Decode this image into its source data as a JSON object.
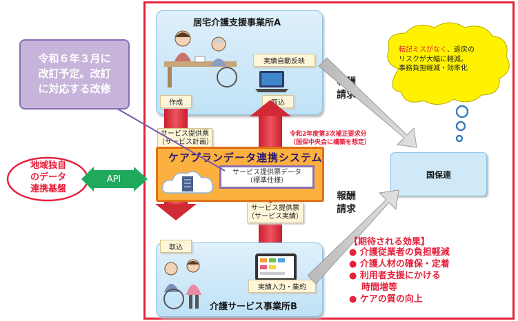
{
  "office_a": {
    "title": "居宅介護支援事業所A"
  },
  "office_b": {
    "title": "介護サービス事業所B"
  },
  "labels": {
    "auto_reflect": "実績自動反映",
    "create": "作成",
    "import_a": "取込",
    "import_b": "取込",
    "input_aggregate": "実績入力・集約"
  },
  "plan_ticket": {
    "line1": "サービス提供票",
    "line2": "（サービス計画）"
  },
  "result_ticket": {
    "line1": "サービス提供票",
    "line2": "（サービス実績）"
  },
  "system": {
    "title": "ケアプランデータ連携システム",
    "data_line1": "サービス提供票データ",
    "data_line2": "（標準仕様）"
  },
  "subsidy": {
    "line1": "令和2年度第3次補正要求分",
    "line2": "（国保中央会に構築を想定）"
  },
  "kokuho": "国保連",
  "billing_top": {
    "line1": "報酬",
    "line2": "請求"
  },
  "billing_bottom": {
    "line1": "報酬",
    "line2": "請求"
  },
  "callout": {
    "line1": "令和６年３月に",
    "line2": "改訂予定。改訂",
    "line3": "に対応する改修"
  },
  "regional": {
    "line1": "地域独自",
    "line2": "のデータ",
    "line3": "連携基盤"
  },
  "api": "API",
  "cloud_thought": {
    "part1_red": "転記ミスがなく",
    "part1_rest": "、返戻の",
    "line2": "リスクが大幅に軽減。",
    "line3": "事務負担軽減・効率化"
  },
  "effects": {
    "title": "【期待される効果】",
    "items": [
      "介護従業者の負担軽減",
      "介護人材の確保・定着",
      "利用者支援にかける",
      "時間増等",
      "ケアの質の向上"
    ]
  },
  "colors": {
    "frame": "#e6203a",
    "system": "#fbb040",
    "callout": "#c6b4da",
    "api": "#1fa95d",
    "thought_cloud": "#fff200"
  }
}
